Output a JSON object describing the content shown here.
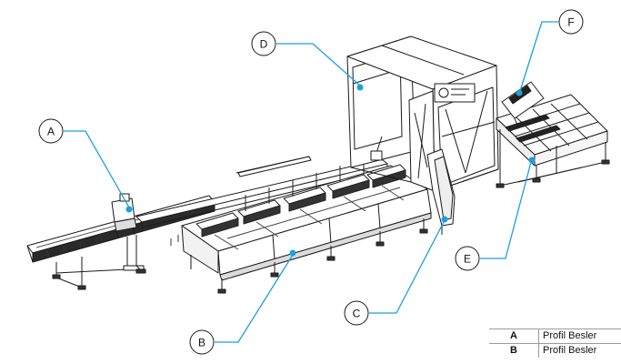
{
  "colors": {
    "leader": "#1ba0dc",
    "marker": "#1ba0dc",
    "outline": "#1a1a1a"
  },
  "callouts": [
    {
      "id": "A"
    },
    {
      "id": "B"
    },
    {
      "id": "C"
    },
    {
      "id": "D"
    },
    {
      "id": "E"
    },
    {
      "id": "F"
    }
  ],
  "legend": [
    {
      "key": "A",
      "value": "Profil Besler"
    },
    {
      "key": "B",
      "value": "Profil Besler"
    }
  ]
}
